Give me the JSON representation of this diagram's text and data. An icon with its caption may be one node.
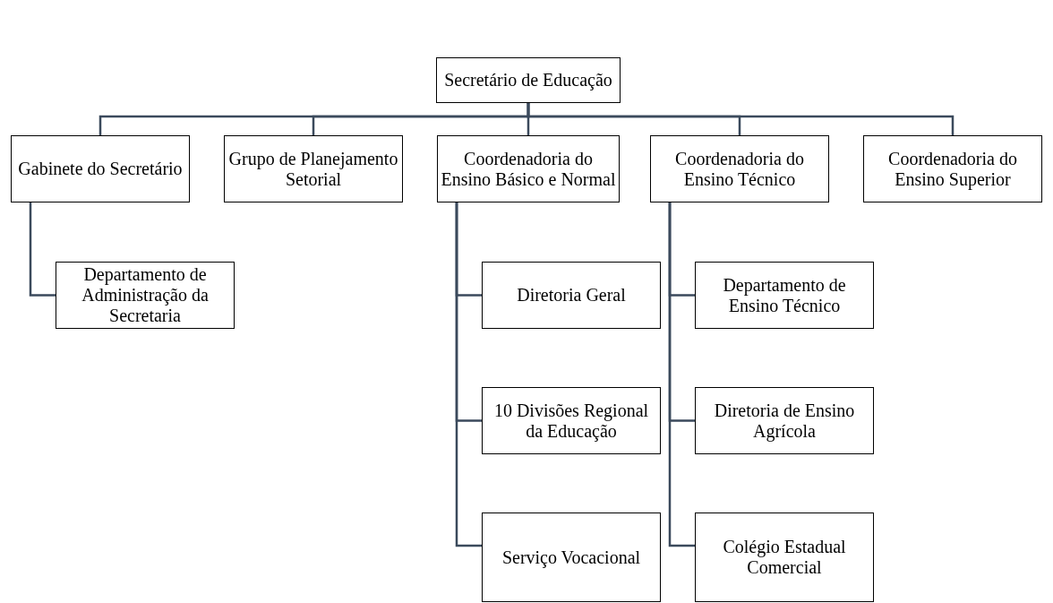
{
  "diagram": {
    "nodes": [
      {
        "text": [
          "Secretário de Educação"
        ]
      },
      {
        "text": [
          "Gabinete do Secretário"
        ]
      },
      {
        "text": [
          "Grupo de Planejamento Setorial"
        ]
      },
      {
        "text": [
          "Coordenadoria do Ensino Básico e Normal"
        ]
      },
      {
        "text": [
          "Coordenadoria do Ensino Técnico"
        ]
      },
      {
        "text": [
          "Coordenadoria do Ensino Superior"
        ]
      },
      {
        "text": [
          "Departamento de Administração da Secretaria"
        ]
      },
      {
        "text": [
          "Diretoria Geral"
        ]
      },
      {
        "text": [
          "10 Divisões Regional da Educação"
        ]
      },
      {
        "text": [
          "Serviço Vocacional"
        ]
      },
      {
        "text": [
          "Departamento de Ensino Técnico"
        ]
      },
      {
        "text": [
          "Diretoria de Ensino Agrícola"
        ]
      },
      {
        "text": [
          "Colégio Estadual Comercial"
        ]
      }
    ],
    "edges": [
      {
        "from": 0,
        "to": 1,
        "arrow": "none"
      },
      {
        "from": 0,
        "to": 2,
        "arrow": "none"
      },
      {
        "from": 0,
        "to": 3,
        "arrow": "none"
      },
      {
        "from": 0,
        "to": 4,
        "arrow": "none"
      },
      {
        "from": 0,
        "to": 5,
        "arrow": "none"
      },
      {
        "from": 1,
        "to": 6,
        "arrow": "none"
      },
      {
        "from": 3,
        "to": 7,
        "arrow": "none"
      },
      {
        "from": 3,
        "to": 8,
        "arrow": "none"
      },
      {
        "from": 3,
        "to": 9,
        "arrow": "none"
      },
      {
        "from": 4,
        "to": 10,
        "arrow": "none"
      },
      {
        "from": 4,
        "to": 11,
        "arrow": "none"
      },
      {
        "from": 4,
        "to": 12,
        "arrow": "none"
      }
    ]
  }
}
